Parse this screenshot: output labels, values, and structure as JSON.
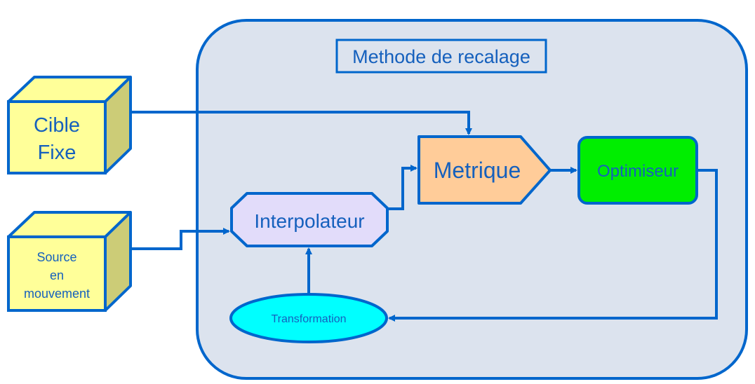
{
  "container": {
    "title": "Methode de recalage"
  },
  "nodes": {
    "cible_fixe": {
      "lines": [
        "Cible",
        "Fixe"
      ]
    },
    "source_mouvement": {
      "lines": [
        "Source",
        "en",
        "mouvement"
      ]
    },
    "interpolateur": {
      "label": "Interpolateur"
    },
    "metrique": {
      "label": "Metrique"
    },
    "optimiseur": {
      "label": "Optimiseur"
    },
    "transformation": {
      "label": "Transformation"
    }
  },
  "colors": {
    "stroke": "#0066CC",
    "text": "#1560BD",
    "container_fill": "#DCE3EE",
    "cube_face": "#FFFF99",
    "cube_side": "#CCCC77",
    "interpolateur_fill": "#E2DCFA",
    "metrique_fill": "#FFCC99",
    "optimiseur_fill": "#00EE00",
    "transformation_fill": "#00FFFF"
  }
}
